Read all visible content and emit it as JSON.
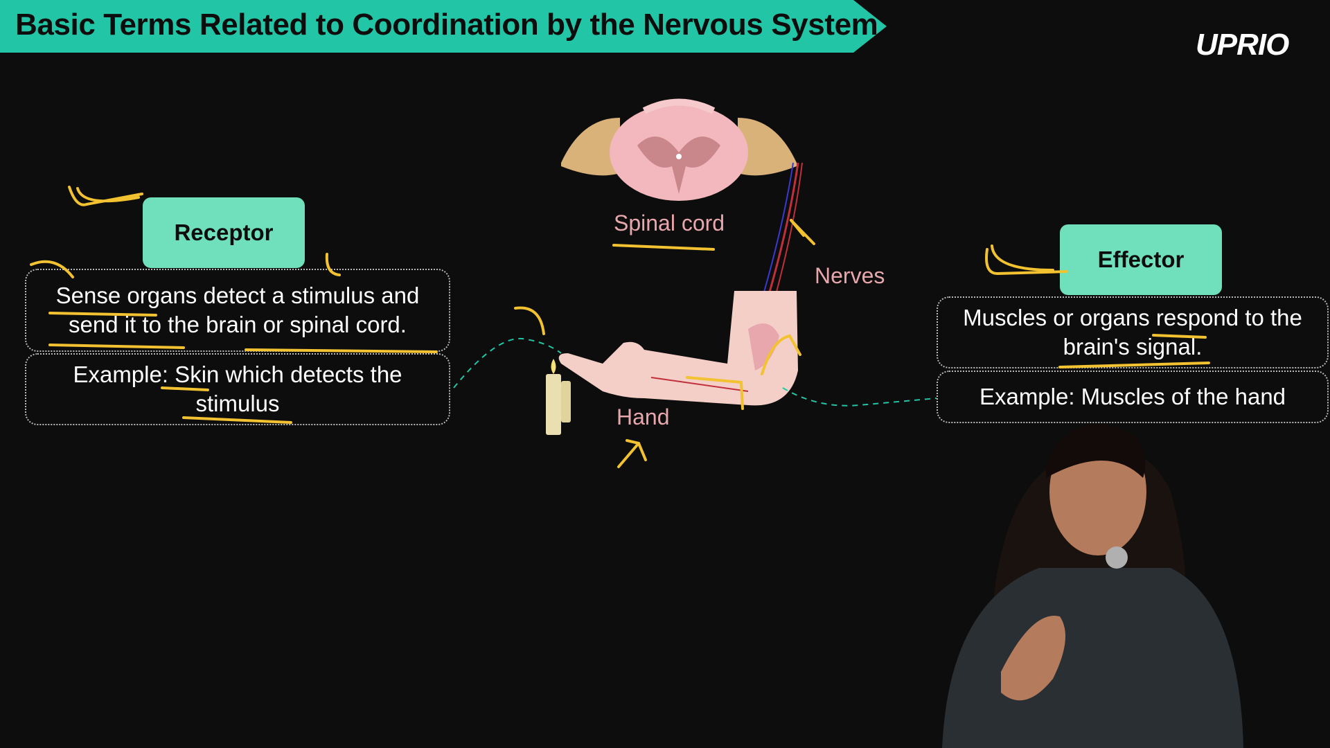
{
  "header": {
    "title": "Basic Terms Related to Coordination by the Nervous System",
    "logo": "UPRIO"
  },
  "receptor": {
    "tag": "Receptor",
    "definition": "Sense organs detect a stimulus and send it to the brain or spinal cord.",
    "example": "Example: Skin which detects the stimulus"
  },
  "effector": {
    "tag": "Effector",
    "definition": "Muscles or organs respond to the brain's signal.",
    "example": "Example: Muscles of the hand"
  },
  "diagram": {
    "spinal_cord_label": "Spinal cord",
    "nerves_label": "Nerves",
    "hand_label": "Hand"
  },
  "colors": {
    "accent_teal": "#22c6a6",
    "tag_green": "#6fe0bb",
    "annotation_yellow": "#f2c230",
    "label_pink": "#e8a6ad",
    "background": "#0d0d0d"
  }
}
